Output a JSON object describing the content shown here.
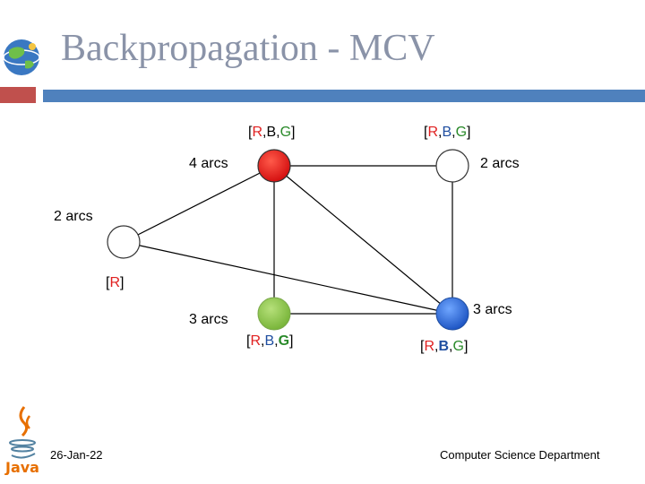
{
  "slide": {
    "title": "Backpropagation - MCV",
    "footer_date": "26-Jan-22",
    "footer_dept": "Computer Science Department"
  },
  "colors": {
    "red": "#e51f1f",
    "white": "#ffffff",
    "green": "#92c94a",
    "blue": "#2f6fd6",
    "title": "#8a93a8",
    "accent_bar": "#4f81bd",
    "accent_bar_left": "#c0504d"
  },
  "nodes": [
    {
      "id": "top-left",
      "color": "red",
      "arcs": "4 arcs",
      "domain": [
        "R",
        "B",
        "G"
      ]
    },
    {
      "id": "top-right",
      "color": "white",
      "arcs": "2 arcs",
      "domain": [
        "R",
        "B",
        "G"
      ]
    },
    {
      "id": "left",
      "color": "white",
      "arcs": "2 arcs",
      "domain": [
        "R"
      ]
    },
    {
      "id": "bottom-left",
      "color": "green",
      "arcs": "3 arcs",
      "domain": [
        "R",
        "B",
        "G"
      ]
    },
    {
      "id": "bottom-right",
      "color": "blue",
      "arcs": "3 arcs",
      "domain": [
        "R",
        "B",
        "G"
      ]
    }
  ],
  "edges": [
    [
      "top-left",
      "top-right"
    ],
    [
      "top-left",
      "left"
    ],
    [
      "top-left",
      "bottom-left"
    ],
    [
      "top-left",
      "bottom-right"
    ],
    [
      "top-right",
      "bottom-right"
    ],
    [
      "left",
      "bottom-right"
    ],
    [
      "bottom-left",
      "bottom-right"
    ]
  ],
  "icons": [
    "globe-logo-icon",
    "java-logo-icon"
  ]
}
